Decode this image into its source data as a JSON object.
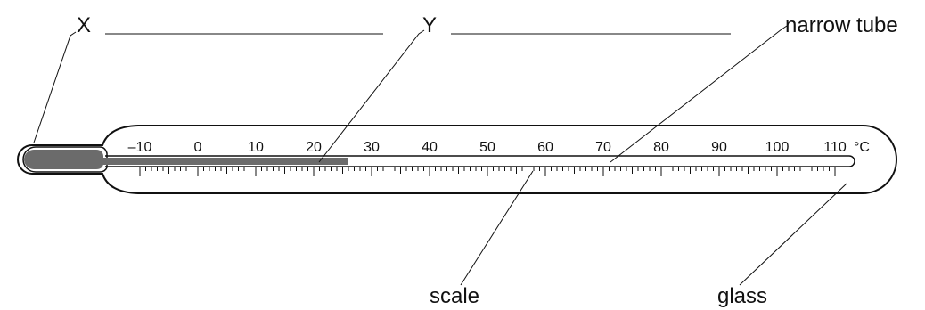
{
  "labels": {
    "x": "X",
    "y": "Y",
    "narrow_tube": "narrow tube",
    "scale": "scale",
    "glass": "glass"
  },
  "scale": {
    "unit": "°C",
    "tick_labels": [
      "–10",
      "0",
      "10",
      "20",
      "30",
      "40",
      "50",
      "60",
      "70",
      "80",
      "90",
      "100",
      "110"
    ],
    "min": -10,
    "max": 110,
    "minor_step": 1,
    "liquid_level": 26
  },
  "colors": {
    "liquid": "#6b6b6b",
    "outline": "#111111"
  }
}
